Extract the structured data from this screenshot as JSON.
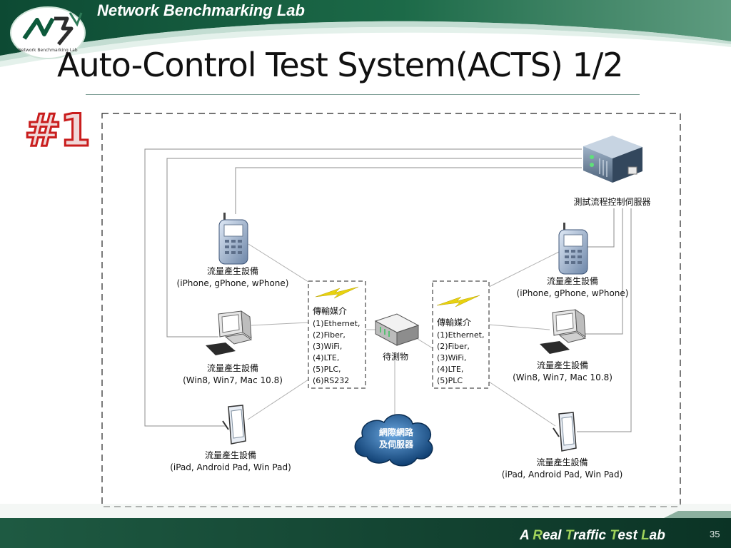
{
  "header": {
    "lab_name": "Network Benchmarking Lab",
    "logo_text": "NBL",
    "logo_subtext": "Network Benchmarking Lab"
  },
  "title": "Auto-Control Test System(ACTS) 1/2",
  "badge": "#1",
  "diagram": {
    "server_label": "測試流程控制伺服器",
    "dut_label": "待測物",
    "cloud_label_line1": "網際網路",
    "cloud_label_line2": "及伺服器",
    "left_devices": [
      {
        "title": "流量產生設備",
        "detail": "(iPhone, gPhone, wPhone)"
      },
      {
        "title": "流量產生設備",
        "detail": "(Win8, Win7, Mac 10.8)"
      },
      {
        "title": "流量產生設備",
        "detail": "(iPad, Android Pad, Win Pad)"
      }
    ],
    "right_devices": [
      {
        "title": "流量產生設備",
        "detail": "(iPhone, gPhone, wPhone)"
      },
      {
        "title": "流量產生設備",
        "detail": "(Win8, Win7, Mac 10.8)"
      },
      {
        "title": "流量產生設備",
        "detail": "(iPad, Android Pad, Win Pad)"
      }
    ],
    "left_media": {
      "heading": "傳輸媒介",
      "items": [
        "(1)Ethernet,",
        "(2)Fiber,",
        "(3)WiFi,",
        "(4)LTE,",
        "(5)PLC,",
        "(6)RS232"
      ]
    },
    "right_media": {
      "heading": "傳輸媒介",
      "items": [
        "(1)Ethernet,",
        "(2)Fiber,",
        "(3)WiFi,",
        "(4)LTE,",
        "(5)PLC"
      ]
    }
  },
  "footer": {
    "tagline_parts": [
      "A ",
      "R",
      "eal ",
      "T",
      "raffic ",
      "T",
      "est ",
      "L",
      "ab"
    ],
    "page_number": "35"
  },
  "colors": {
    "header_dark": "#0d4a33",
    "header_mid": "#2e7a57",
    "footer_dark": "#0d3f2d",
    "accent_green": "#9fd25a",
    "badge_red": "#c91d1d"
  }
}
